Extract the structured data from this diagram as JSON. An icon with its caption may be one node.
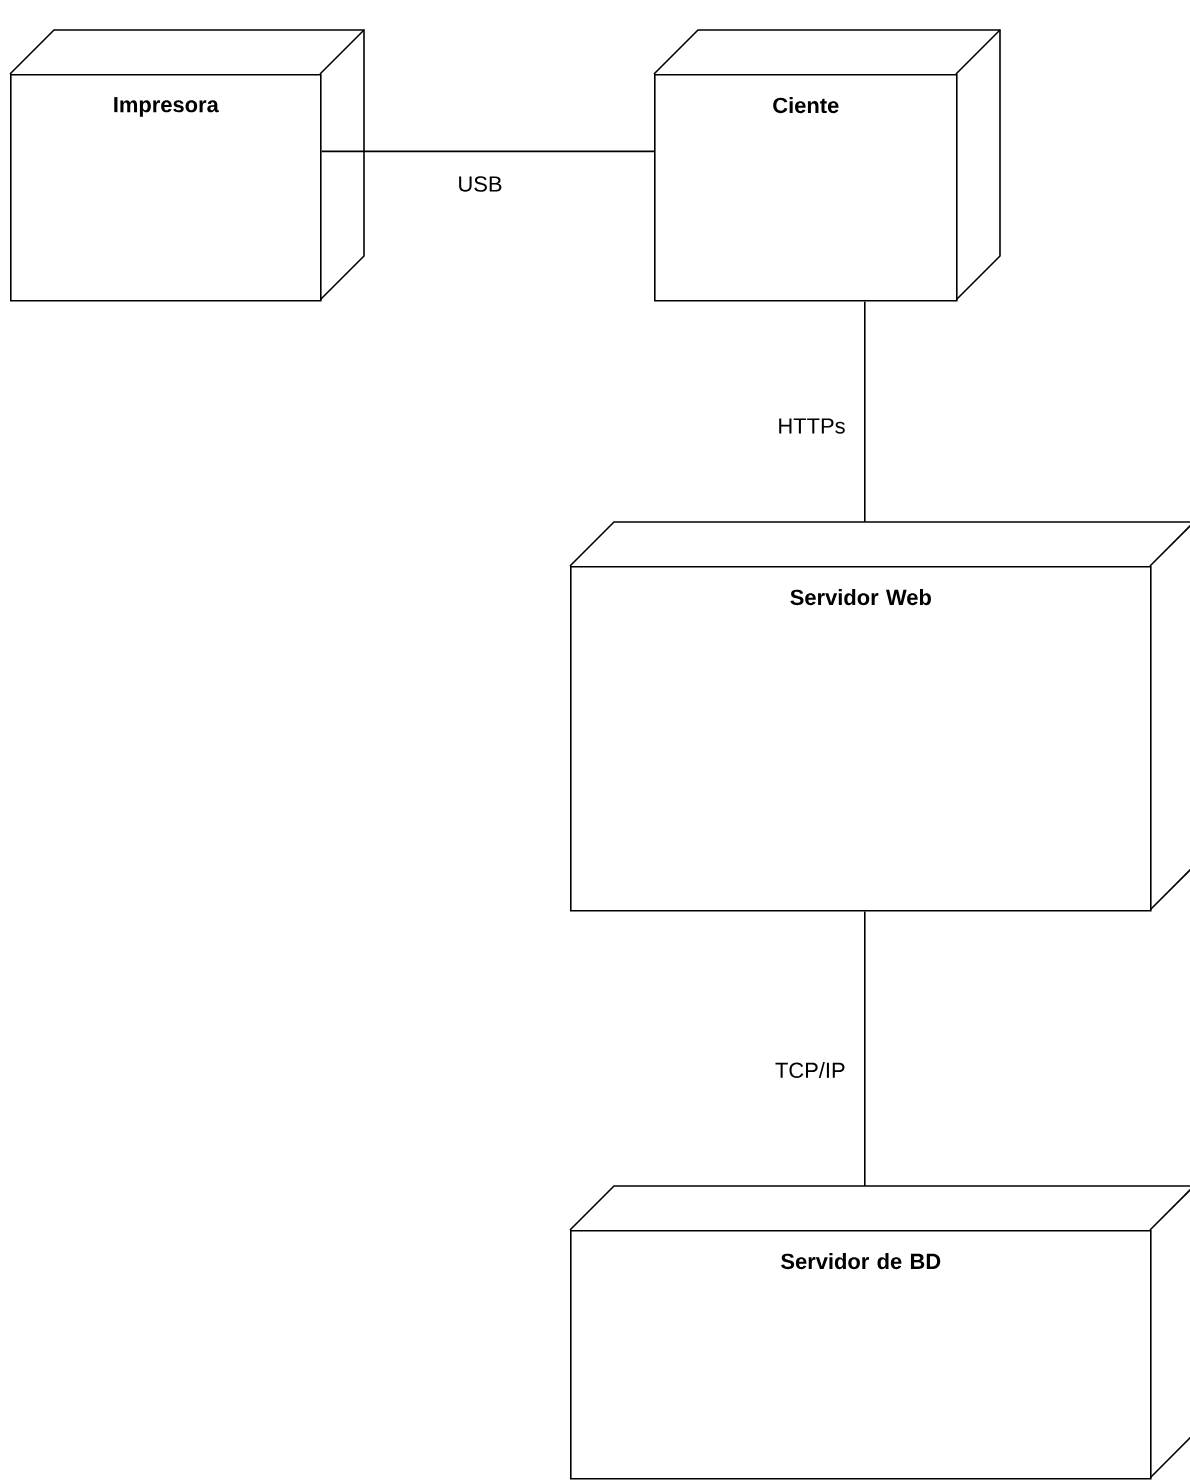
{
  "diagram": {
    "nodes": [
      {
        "text": [
          "Impresora"
        ]
      },
      {
        "text": [
          "Ciente"
        ]
      },
      {
        "text": [
          "Servidor Web"
        ]
      },
      {
        "text": [
          "Servidor de BD"
        ]
      }
    ],
    "edges": [
      {
        "from": 0,
        "to": 1,
        "arrow": "none",
        "label": "USB"
      },
      {
        "from": 1,
        "to": 2,
        "arrow": "none",
        "label": "HTTPs"
      },
      {
        "from": 2,
        "to": 3,
        "arrow": "none",
        "label": "TCP/IP"
      }
    ]
  }
}
